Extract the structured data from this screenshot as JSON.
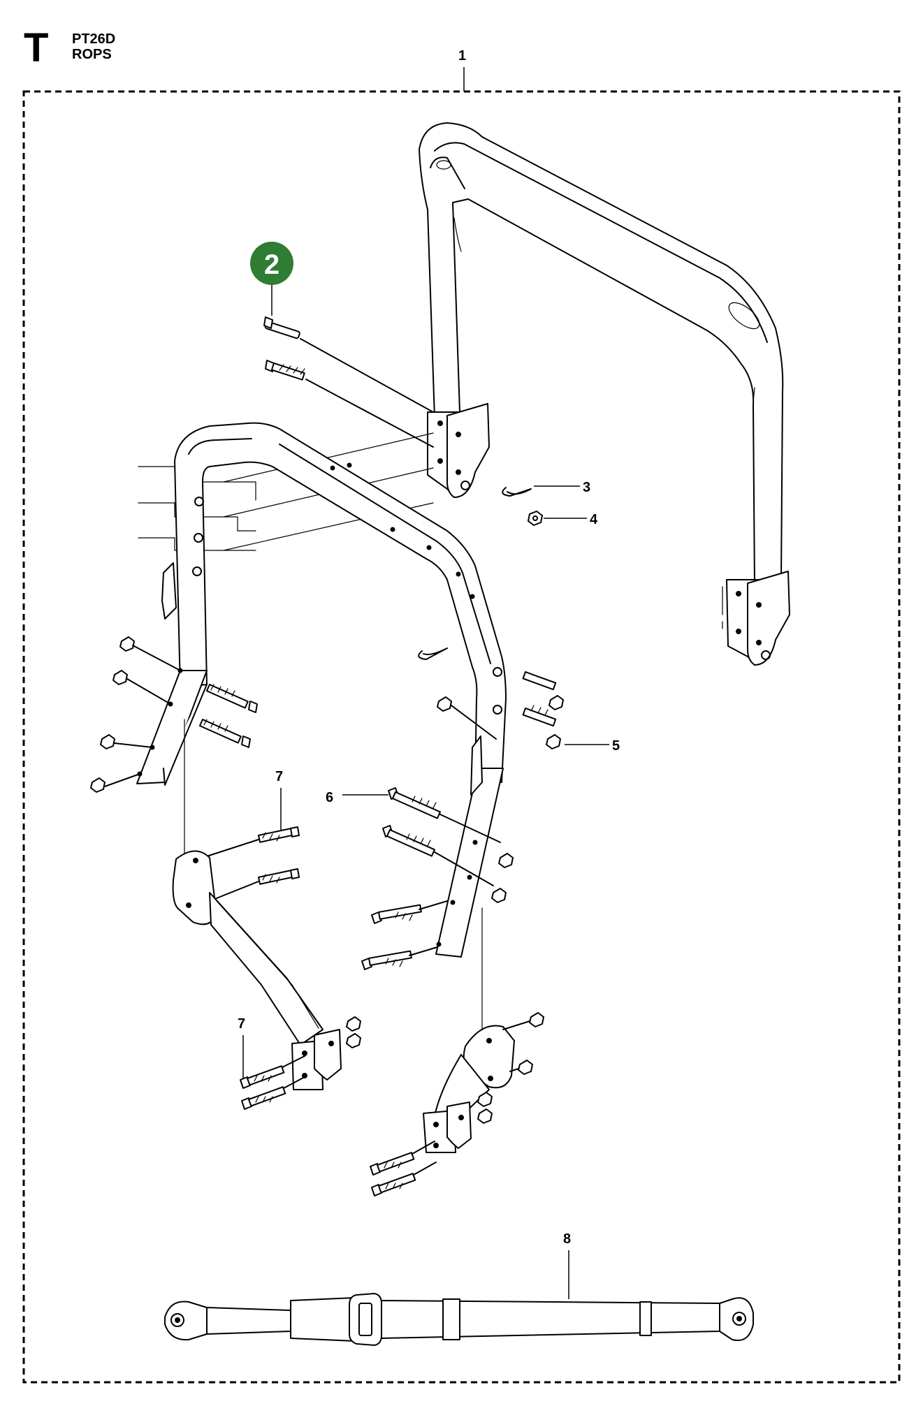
{
  "header": {
    "section_letter": "T",
    "model": "PT26D",
    "assembly": "ROPS"
  },
  "highlight": {
    "label": "2",
    "color": "#2e7d32"
  },
  "callouts": {
    "c1": "1",
    "c3": "3",
    "c4": "4",
    "c5": "5",
    "c6": "6",
    "c7a": "7",
    "c7b": "7",
    "c8": "8"
  },
  "colors": {
    "line": "#000000",
    "background": "#ffffff",
    "highlight": "#2e7d32"
  }
}
